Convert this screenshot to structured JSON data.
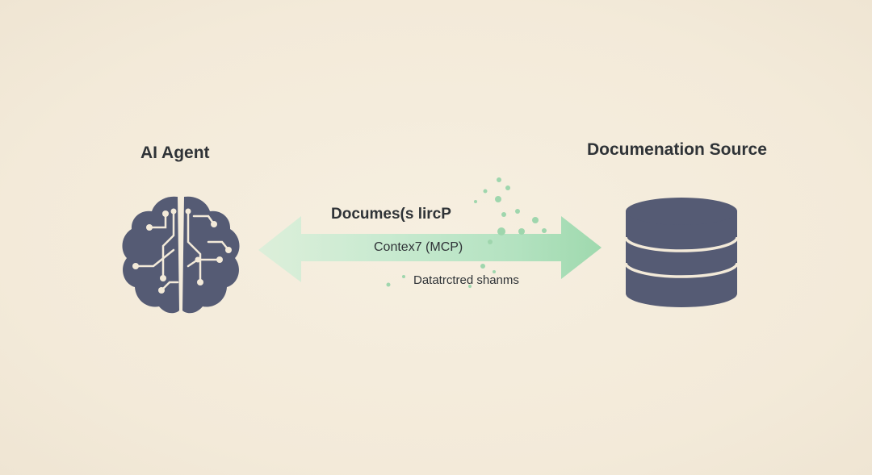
{
  "diagram": {
    "agent": {
      "title": "AI Agent",
      "icon": "brain-circuit-icon"
    },
    "source": {
      "title": "Documenation Source",
      "icon": "database-icon"
    },
    "connection": {
      "top_label": "Documes(s lircP",
      "middle_label": "Contex7 (MCP)",
      "bottom_label": "Datatrctred shanms",
      "direction": "bidirectional"
    }
  },
  "colors": {
    "background": "#f4ecdc",
    "icon": "#555b74",
    "arrow": "#bfe6c8",
    "arrow_dark": "#9fd9ae",
    "text": "#2f3337"
  }
}
